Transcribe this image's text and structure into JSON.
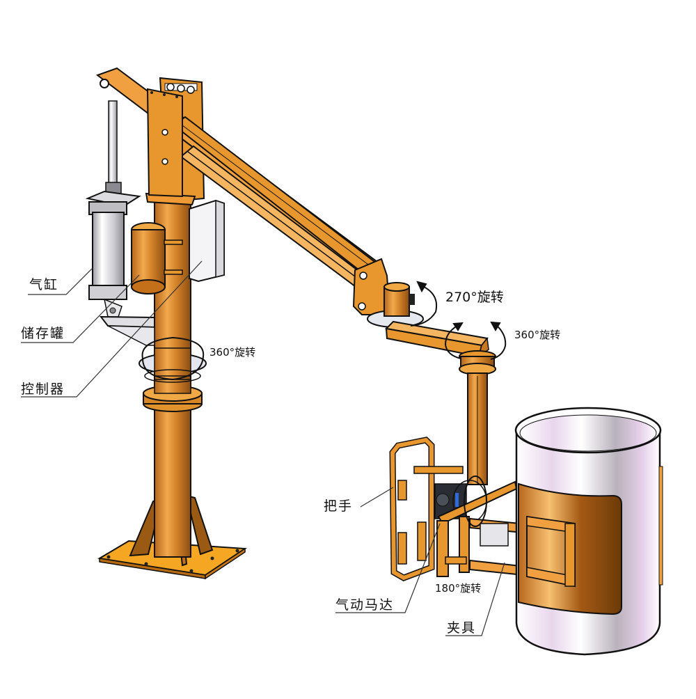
{
  "diagram": {
    "subject": "pneumatic-manipulator-drum-handler",
    "colors": {
      "frame_orange": "#E8972E",
      "frame_orange_light": "#F5B561",
      "frame_dark": "#9A5A14",
      "column_copper": "#C9781F",
      "cylinder_silver": "#D8D8DC",
      "drum_white": "#F4F2F6",
      "drum_lavender": "#E6D2EA",
      "clamp_pad_brown": "#B8681E",
      "outline": "#111111"
    },
    "component_labels": [
      {
        "id": "cylinder",
        "text": "气缸"
      },
      {
        "id": "storage-tank",
        "text": "储存罐"
      },
      {
        "id": "controller",
        "text": "控制器"
      },
      {
        "id": "handle",
        "text": "把手"
      },
      {
        "id": "air-motor",
        "text": "气动马达"
      },
      {
        "id": "clamp",
        "text": "夹具"
      }
    ],
    "rotation_labels": [
      {
        "id": "column-rotation",
        "text": "360°旋转"
      },
      {
        "id": "elbow-rotation",
        "text": "270°旋转"
      },
      {
        "id": "wrist-rotation",
        "text": "360°旋转"
      },
      {
        "id": "gripper-rotation",
        "text": "180°旋转"
      }
    ]
  }
}
